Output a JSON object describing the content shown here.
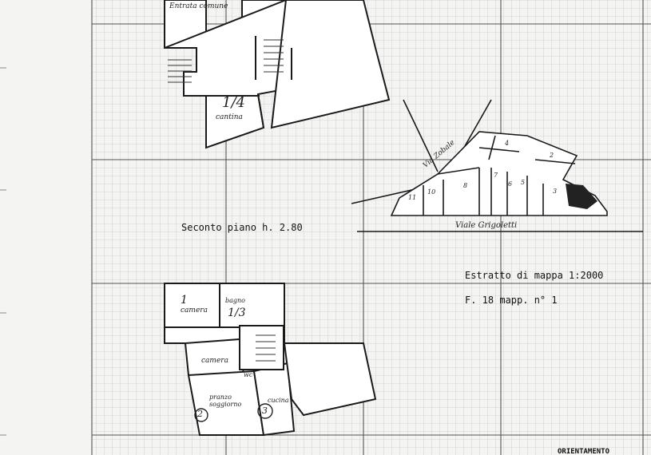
{
  "labels": {
    "second_floor": "Seconto piano h. 2.80",
    "map_extract": "Estratto di mappa 1:2000",
    "parcel": "F. 18 mapp. n° 1",
    "orientation": "ORIENTAMENTO"
  },
  "top_plan": {
    "entrance": "Entrata comune",
    "unit": "1/4",
    "room": "cantina"
  },
  "bottom_plan": {
    "r1": "1",
    "camera": "camera",
    "bagno": "bagno",
    "unit": "1/3",
    "camera2": "camera",
    "wc": "wc",
    "pranzo": "pranzo soggiorno",
    "cucina": "cucina",
    "r2": "2",
    "r3": "3"
  },
  "cadastral_map": {
    "street_1": "Via Zobale",
    "street_2": "Viale Grigoletti",
    "parcels": [
      "11",
      "10",
      "8",
      "7",
      "6",
      "5",
      "3",
      "2",
      "4"
    ]
  }
}
